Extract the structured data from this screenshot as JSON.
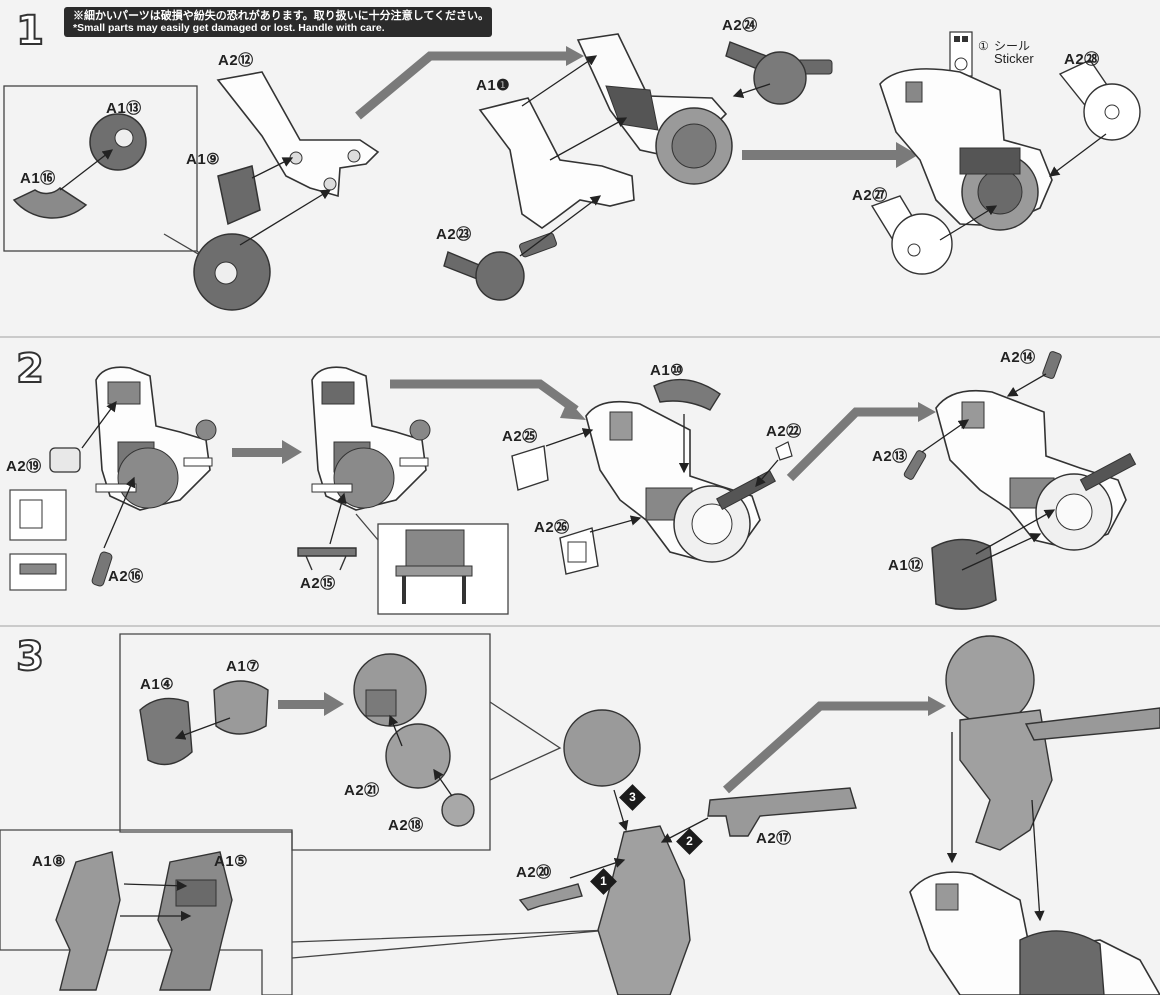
{
  "warning": {
    "jp": "※細かいパーツは破損や紛失の恐れがあります。取り扱いに十分注意してください。",
    "en": "*Small parts may easily get damaged or lost.  Handle with care."
  },
  "steps": [
    "1",
    "2",
    "3"
  ],
  "sticker": {
    "num": "①",
    "jp": "シール",
    "en": "Sticker"
  },
  "labels": {
    "s1": [
      "A2⑫",
      "A1⑬",
      "A1⑯",
      "A1⑨",
      "A1❶",
      "A2㉔",
      "A2㉓",
      "A2㉘",
      "A2㉗"
    ],
    "s2": [
      "A2⑲",
      "A2⑯",
      "A2⑮",
      "A1⑩",
      "A2㉕",
      "A2㉒",
      "A2㉖",
      "A2⑭",
      "A2⑬",
      "A1⑫"
    ],
    "s3": [
      "A1④",
      "A1⑦",
      "A2㉑",
      "A2⑱",
      "A1⑧",
      "A1⑤",
      "A2⑰",
      "A2⑳"
    ]
  },
  "order_marks": [
    "1",
    "2",
    "3"
  ]
}
